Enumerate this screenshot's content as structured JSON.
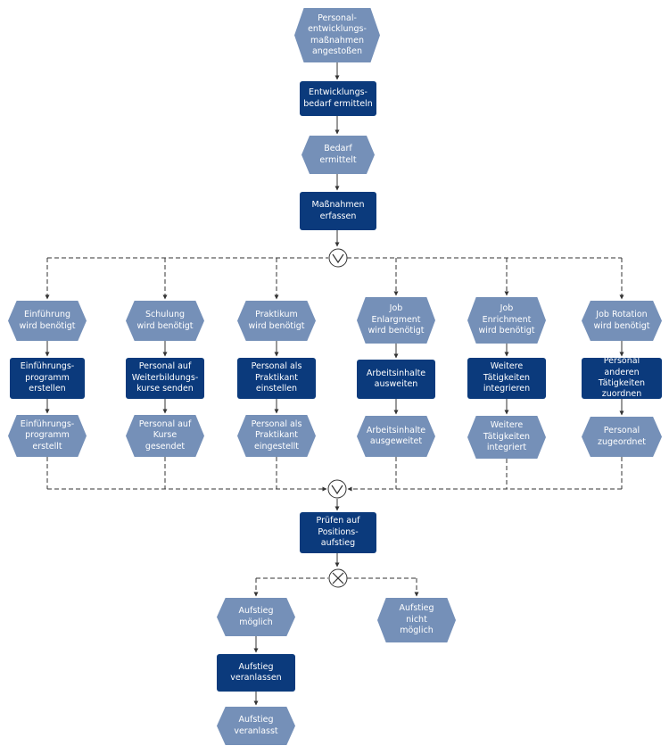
{
  "colors": {
    "event": "#7590b8",
    "function": "#0b3a7c",
    "connector": "#333333"
  },
  "nodes": {
    "start_event": "Personal-\nentwicklungs-\nmaßnahmen\nangestoßen",
    "func_bedarf": "Entwicklungs-\nbedarf ermitteln",
    "event_bedarf": "Bedarf\nermittelt",
    "func_massnahmen": "Maßnahmen\nerfassen",
    "c1_event": "Einführung\nwird benötigt",
    "c1_func": "Einführungs-\nprogramm\nerstellen",
    "c1_result": "Einführungs-\nprogramm\nerstellt",
    "c2_event": "Schulung\nwird benötigt",
    "c2_func": "Personal auf\nWeiterbildungs-\nkurse senden",
    "c2_result": "Personal auf\nKurse\ngesendet",
    "c3_event": "Praktikum\nwird benötigt",
    "c3_func": "Personal als\nPraktikant\neinstellen",
    "c3_result": "Personal als\nPraktikant\neingestellt",
    "c4_event": "Job\nEnlargment\nwird benötigt",
    "c4_func": "Arbeitsinhalte\nausweiten",
    "c4_result": "Arbeitsinhalte\nausgeweitet",
    "c5_event": "Job\nEnrichment\nwird benötigt",
    "c5_func": "Weitere\nTätigkeiten\nintegrieren",
    "c5_result": "Weitere\nTätigkeiten\nintegriert",
    "c6_event": "Job Rotation\nwird benötigt",
    "c6_func": "Personal anderen\nTätigkeiten\nzuordnen",
    "c6_result": "Personal\nzugeordnet",
    "func_pruefen": "Prüfen auf\nPositions-\naufstieg",
    "event_moeglich": "Aufstieg\nmöglich",
    "event_nicht": "Aufstieg\nnicht\nmöglich",
    "func_veranlassen": "Aufstieg\nveranlassen",
    "event_veranlasst": "Aufstieg\nveranlasst"
  }
}
